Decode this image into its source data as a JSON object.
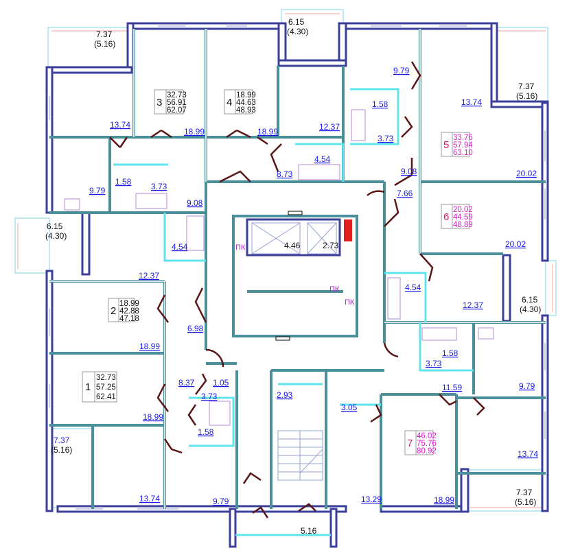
{
  "apartments": [
    {
      "number": "1",
      "values": [
        "32.73",
        "57.25",
        "62.41"
      ]
    },
    {
      "number": "2",
      "values": [
        "18.99",
        "42.88",
        "47.18"
      ]
    },
    {
      "number": "3",
      "values": [
        "32.73",
        "56.91",
        "62.07"
      ]
    },
    {
      "number": "4",
      "values": [
        "18.99",
        "44.63",
        "48.93"
      ]
    },
    {
      "number": "5",
      "values": [
        "33.76",
        "57.94",
        "63.10"
      ]
    },
    {
      "number": "6",
      "values": [
        "20.02",
        "44.59",
        "48.89"
      ]
    },
    {
      "number": "7",
      "values": [
        "46.02",
        "75.76",
        "80.92"
      ]
    }
  ],
  "room_areas": [
    "13.74",
    "18.99",
    "18.99",
    "12.37",
    "4.54",
    "8.73",
    "9.79",
    "1.58",
    "3.73",
    "13.74",
    "9.08",
    "20.02",
    "7.66",
    "20.02",
    "9.79",
    "1.58",
    "3.73",
    "9.08",
    "4.54",
    "12.37",
    "6.98",
    "18.99",
    "18.99",
    "8.37",
    "1.05",
    "3.73",
    "1.58",
    "13.74",
    "9.79",
    "2.93",
    "3.05",
    "13.29",
    "18.99",
    "4.54",
    "12.37",
    "3.73",
    "1.58",
    "11.59",
    "9.79",
    "13.74"
  ],
  "balconies": [
    {
      "area": "7.37",
      "reduced": "(5.16)"
    },
    {
      "area": "6.15",
      "reduced": "(4.30)"
    },
    {
      "area": "7.37",
      "reduced": "(5.16)"
    },
    {
      "area": "6.15",
      "reduced": "(4.30)"
    },
    {
      "area": "6.15",
      "reduced": "(4.30)"
    },
    {
      "area": "7.37",
      "reduced": "(5.16)"
    },
    {
      "area": "7.37",
      "reduced": "(5.16)"
    }
  ],
  "entrance_area": "5.16",
  "elevators": [
    "4.46",
    "2.73"
  ],
  "fire_hose_label": "ПК",
  "colors": {
    "outer_wall": "#3b3f9a",
    "partition": "#4a8f9a",
    "wet_zone": "#5fe4ee",
    "area_text": "#1a1aee",
    "accent": "#e01ad0"
  }
}
